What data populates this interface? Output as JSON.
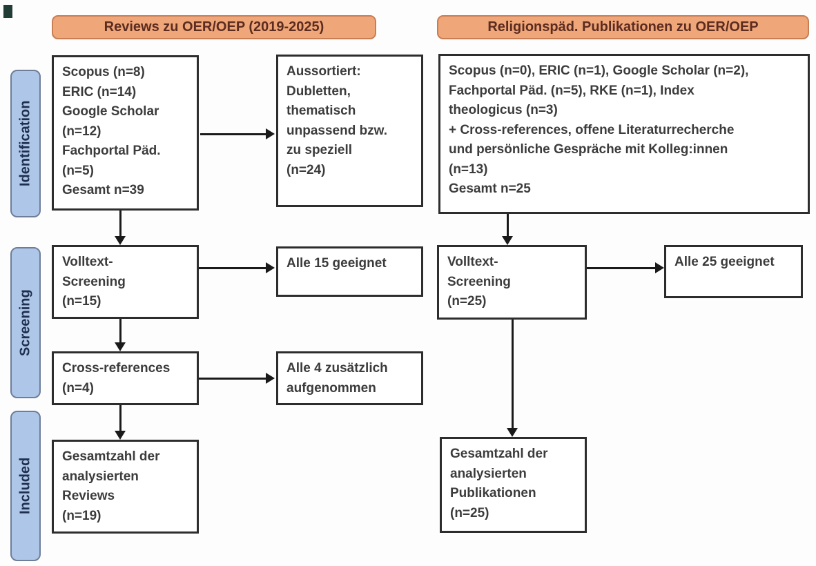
{
  "headers": {
    "left": "Reviews zu OER/OEP (2019-2025)",
    "right": "Religionspäd. Publikationen zu OER/OEP"
  },
  "stages": {
    "identification": "Identification",
    "screening": "Screening",
    "included": "Included"
  },
  "boxes": {
    "left_sources": "Scopus (n=8)\nERIC (n=14)\nGoogle Scholar\n(n=12)\nFachportal Päd.\n(n=5)\nGesamt n=39",
    "left_excluded": "Aussortiert:\nDubletten,\nthematisch\nunpassend bzw.\nzu speziell\n(n=24)",
    "left_fulltext": "Volltext-\nScreening\n(n=15)",
    "left_fulltext_result": "Alle 15 geeignet",
    "left_crossref": "Cross-references\n(n=4)",
    "left_crossref_result": "Alle 4 zusätzlich\naufgenommen",
    "left_included": "Gesamtzahl der\nanalysierten\nReviews\n(n=19)",
    "right_sources": "Scopus (n=0), ERIC (n=1), Google Scholar (n=2),\nFachportal Päd. (n=5), RKE (n=1), Index\ntheologicus (n=3)\n+ Cross-references, offene Literaturrecherche\nund persönliche Gespräche mit Kolleg:innen\n(n=13)\nGesamt n=25",
    "right_fulltext": "Volltext-\nScreening\n(n=25)",
    "right_fulltext_result": "Alle 25 geeignet",
    "right_included": "Gesamtzahl der\nanalysierten\nPublikationen\n(n=25)"
  },
  "colors": {
    "header_fill": "#efa679",
    "header_border": "#c87d52",
    "header_text": "#5c2c20",
    "stage_fill": "#aec6e8",
    "stage_border": "#6e7e99",
    "stage_text": "#1e2f4f",
    "box_border": "#2d2d2d",
    "box_text": "#3c3c3c",
    "arrow": "#1a1a1a",
    "background": "#fdfdfd"
  }
}
